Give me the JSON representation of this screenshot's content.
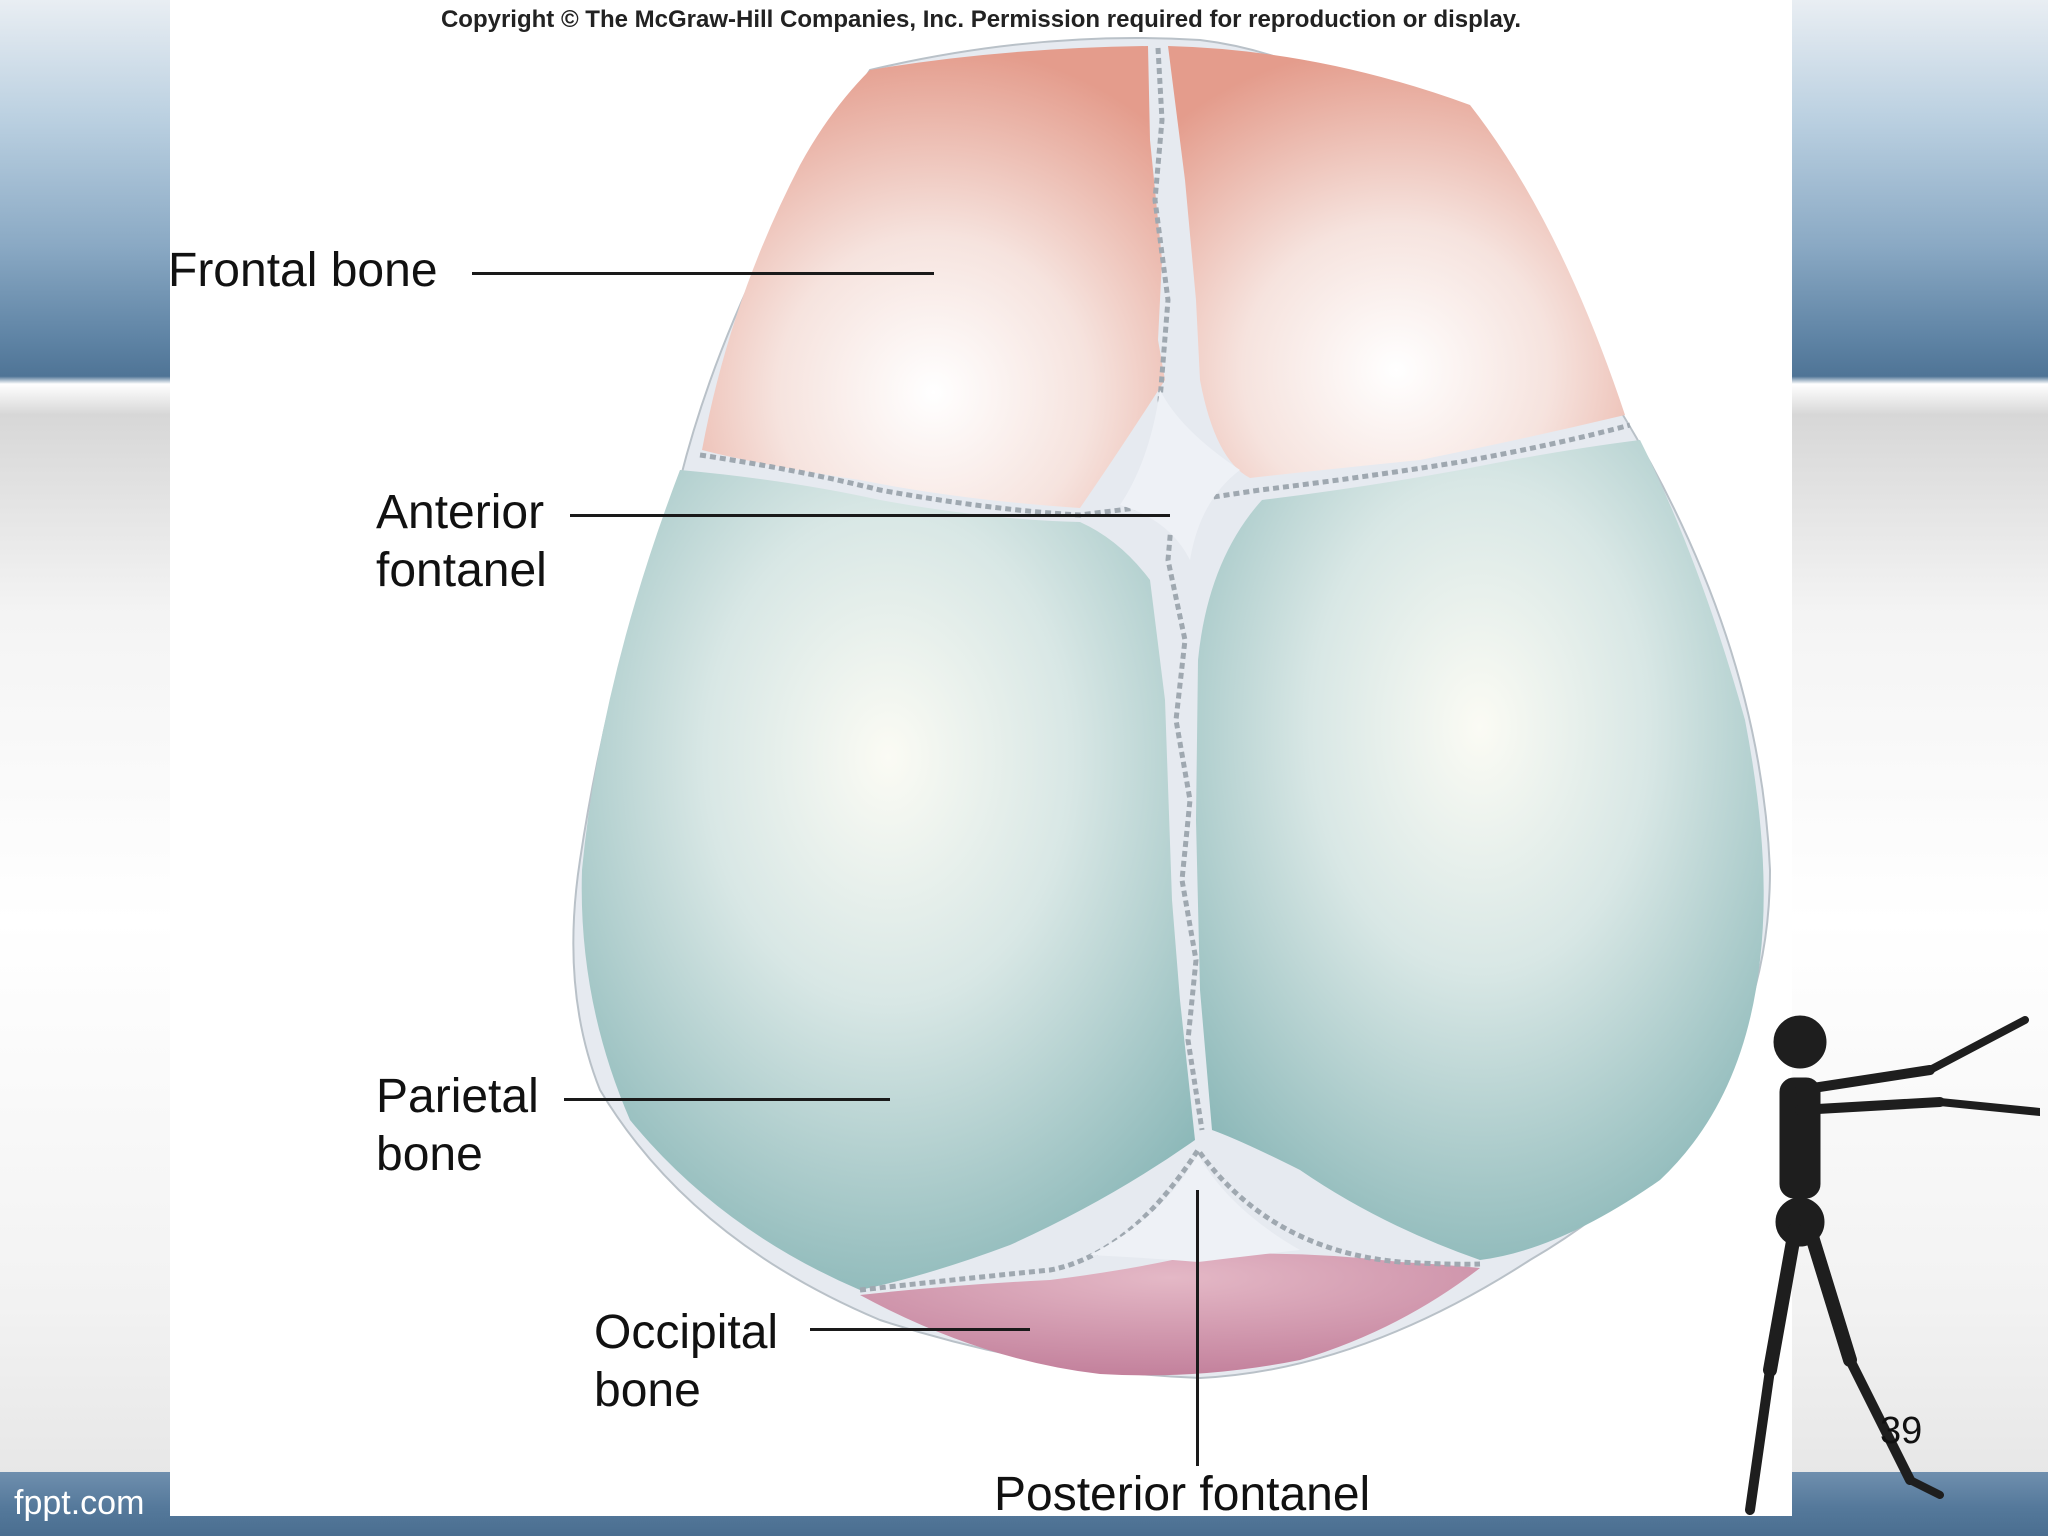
{
  "slide": {
    "copyright": "Copyright © The McGraw-Hill Companies, Inc. Permission required for reproduction or display.",
    "brand": "fppt.com",
    "page_number": "39"
  },
  "figure": {
    "labels": {
      "frontal_bone": "Frontal bone",
      "anterior_fontanel_line1": "Anterior",
      "anterior_fontanel_line2": "fontanel",
      "parietal_bone_line1": "Parietal",
      "parietal_bone_line2": "bone",
      "occipital_bone_line1": "Occipital",
      "occipital_bone_line2": "bone",
      "posterior_fontanel": "Posterior fontanel"
    },
    "colors": {
      "frontal": "#e8a99b",
      "parietal": "#8fbcbc",
      "occipital": "#c98aa3",
      "fontanel": "#e8ecf2"
    }
  }
}
